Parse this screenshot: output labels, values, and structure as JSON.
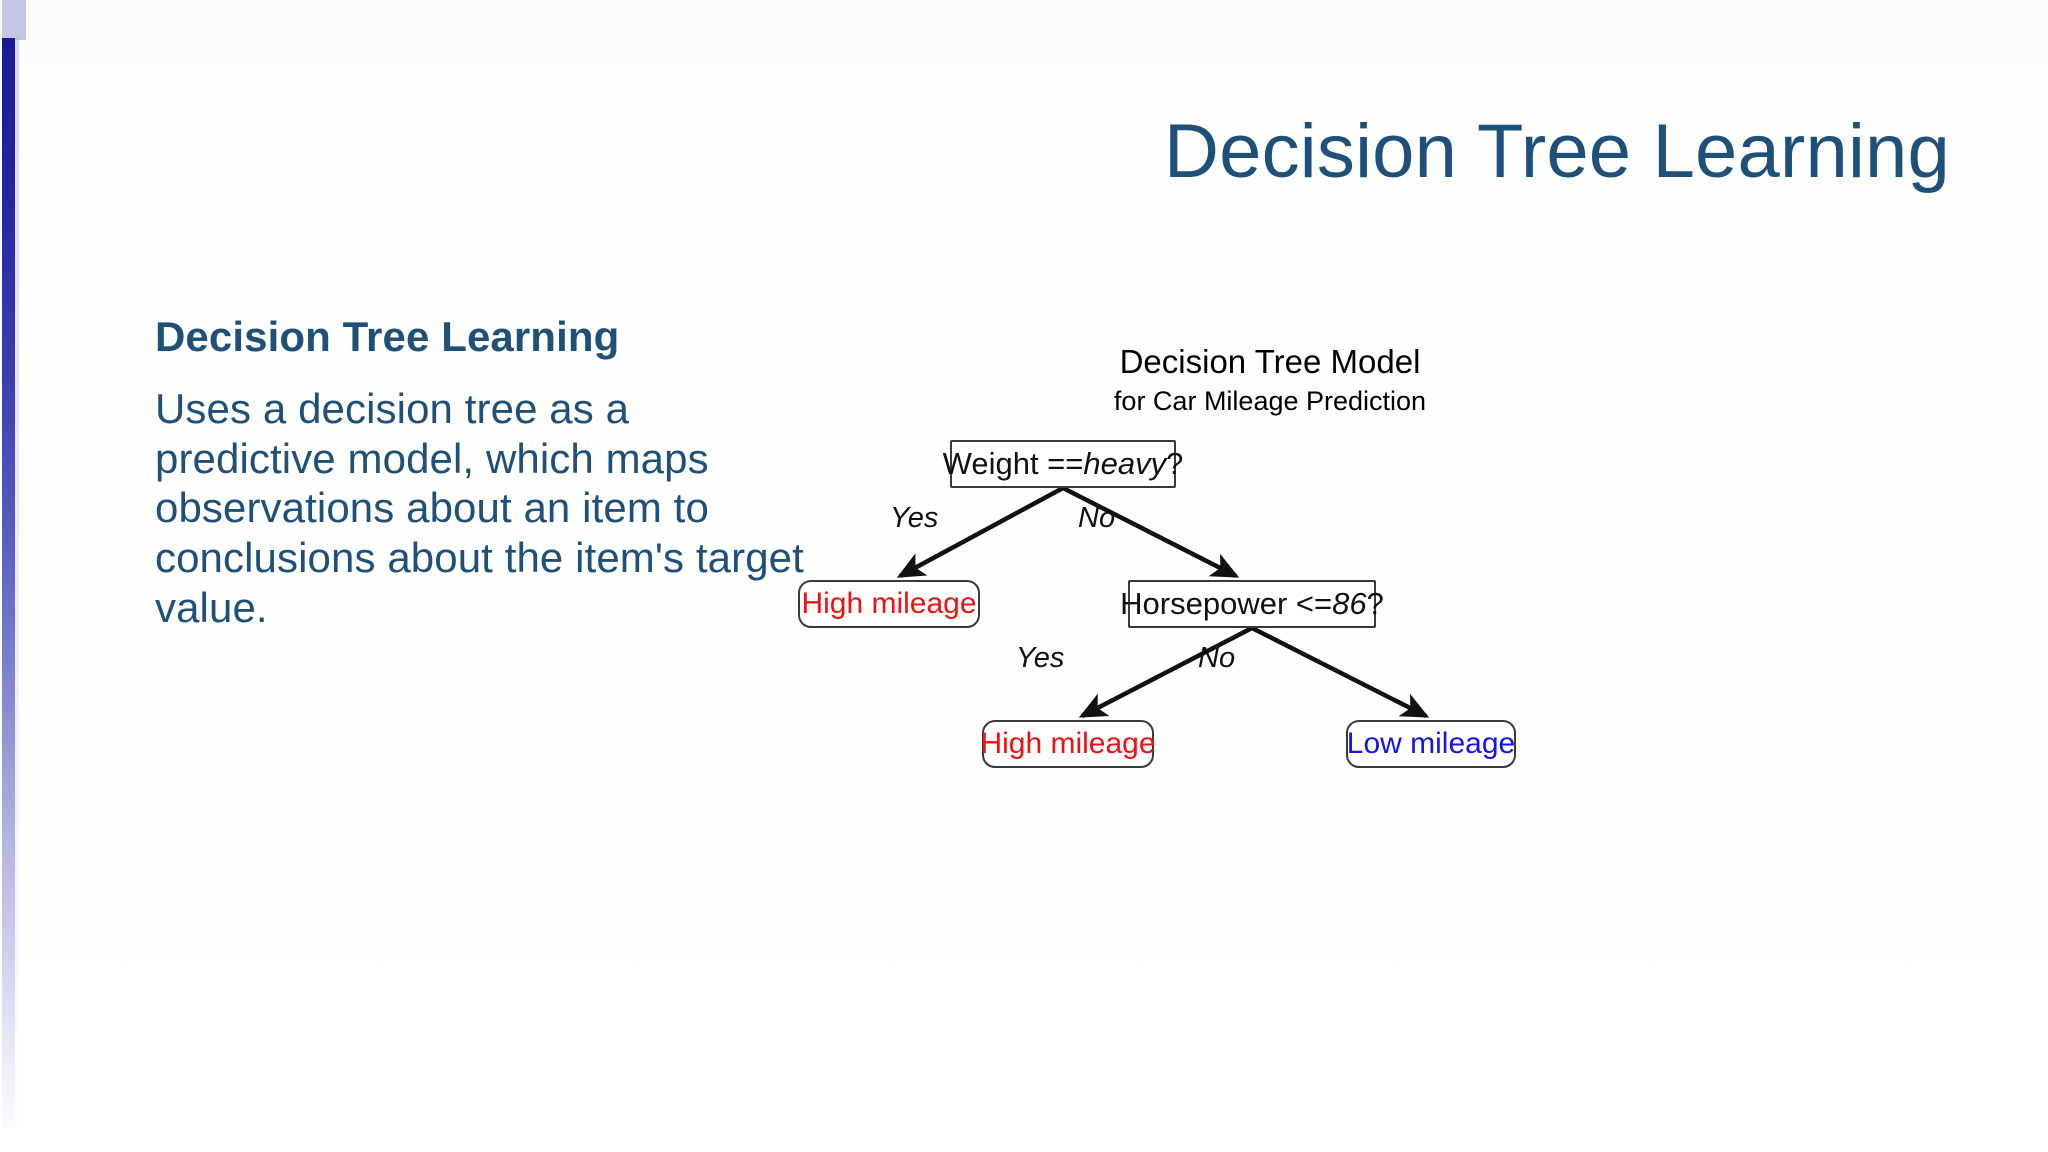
{
  "slide": {
    "title": "Decision Tree Learning",
    "title_color": "#1f5079",
    "background_color": "#ffffff",
    "accent_bar_color": "#1a1a96"
  },
  "body": {
    "heading": "Decision Tree Learning",
    "paragraph": "Uses a decision tree as a predictive model, which maps observations about an item to conclusions about the item's target value."
  },
  "diagram": {
    "title": "Decision Tree Model",
    "subtitle": "for Car Mileage Prediction",
    "nodes": {
      "root": {
        "prefix": "Weight == ",
        "value": "heavy",
        "suffix": " ?"
      },
      "high_mileage_1": {
        "label": "High mileage",
        "color": "#ee1111"
      },
      "horsepower": {
        "prefix": "Horsepower <= ",
        "value": "86",
        "suffix": " ?"
      },
      "high_mileage_2": {
        "label": "High mileage",
        "color": "#ee1111"
      },
      "low_mileage": {
        "label": "Low mileage",
        "color": "#1414ee"
      }
    },
    "edges": {
      "root_yes": "Yes",
      "root_no": "No",
      "hp_yes": "Yes",
      "hp_no": "No"
    }
  }
}
